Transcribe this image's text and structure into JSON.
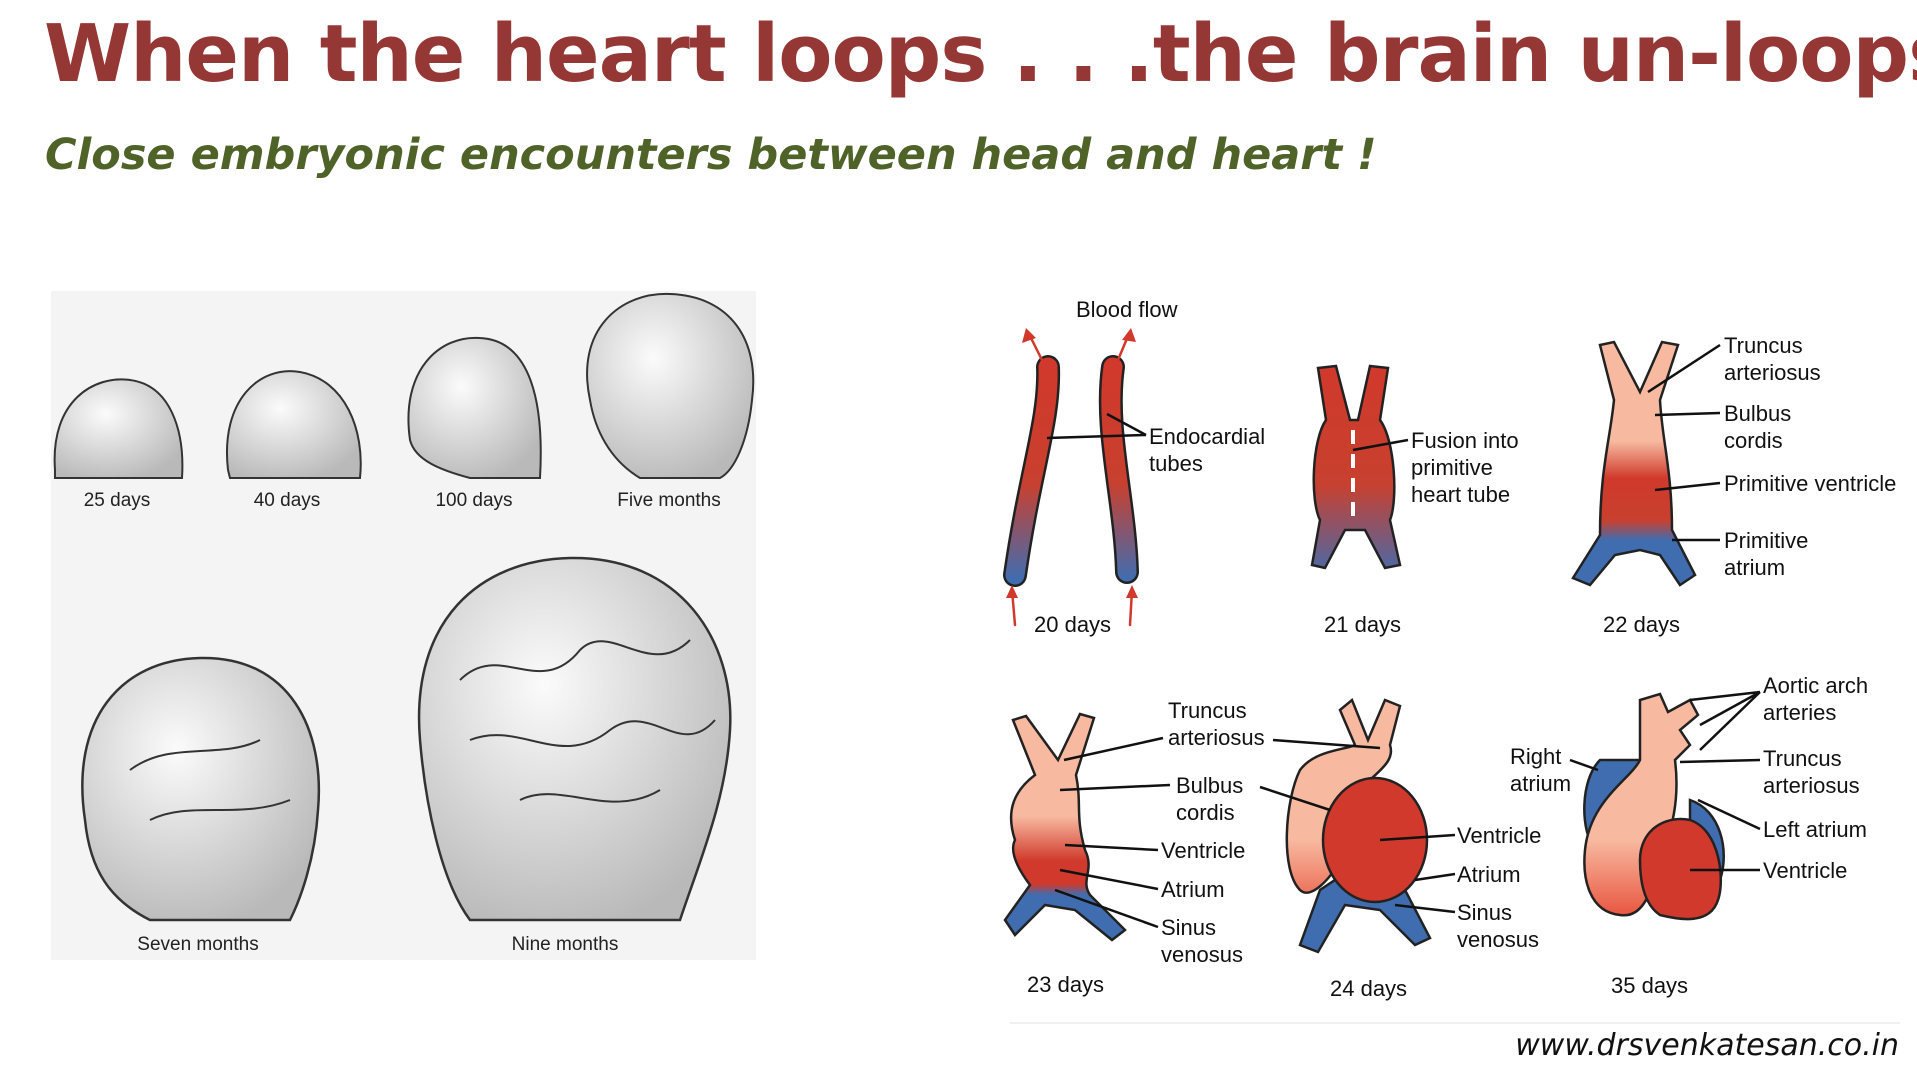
{
  "title": "When the heart loops . . .the brain un-loops !",
  "subtitle": "Close embryonic encounters between head and heart !",
  "brain_panel": {
    "labels": [
      "25 days",
      "40 days",
      "100 days",
      "Five months",
      "Seven months",
      "Nine months"
    ]
  },
  "heart_panel": {
    "blood_flow": "Blood flow",
    "stages": [
      "20 days",
      "21 days",
      "22 days",
      "23 days",
      "24 days",
      "35 days"
    ],
    "labels": {
      "endocardial": [
        "Endocardial",
        "tubes"
      ],
      "fusion": [
        "Fusion into",
        "primitive",
        "heart tube"
      ],
      "d22": {
        "truncus": [
          "Truncus",
          "arteriosus"
        ],
        "bulbus": [
          "Bulbus",
          "cordis"
        ],
        "ventricle": "Primitive ventricle",
        "atrium": [
          "Primitive",
          "atrium"
        ]
      },
      "d23": {
        "truncus": [
          "Truncus",
          "arteriosus"
        ],
        "bulbus": [
          "Bulbus",
          "cordis"
        ],
        "ventricle": "Ventricle",
        "atrium": "Atrium",
        "sinus": [
          "Sinus",
          "venosus"
        ]
      },
      "d24": {
        "ventricle": "Ventricle",
        "atrium": "Atrium",
        "sinus": [
          "Sinus",
          "venosus"
        ]
      },
      "d35": {
        "aortic": [
          "Aortic arch",
          "arteries"
        ],
        "right_atrium": [
          "Right",
          "atrium"
        ],
        "truncus": [
          "Truncus",
          "arteriosus"
        ],
        "left_atrium": "Left atrium",
        "ventricle": "Ventricle"
      }
    }
  },
  "footer": "www.drsvenkatesan.co.in",
  "colors": {
    "title": "#953735",
    "subtitle": "#4f6228",
    "arterial": "#d0392b",
    "venous": "#3f6db0",
    "truncus": "#f7b9a0"
  }
}
